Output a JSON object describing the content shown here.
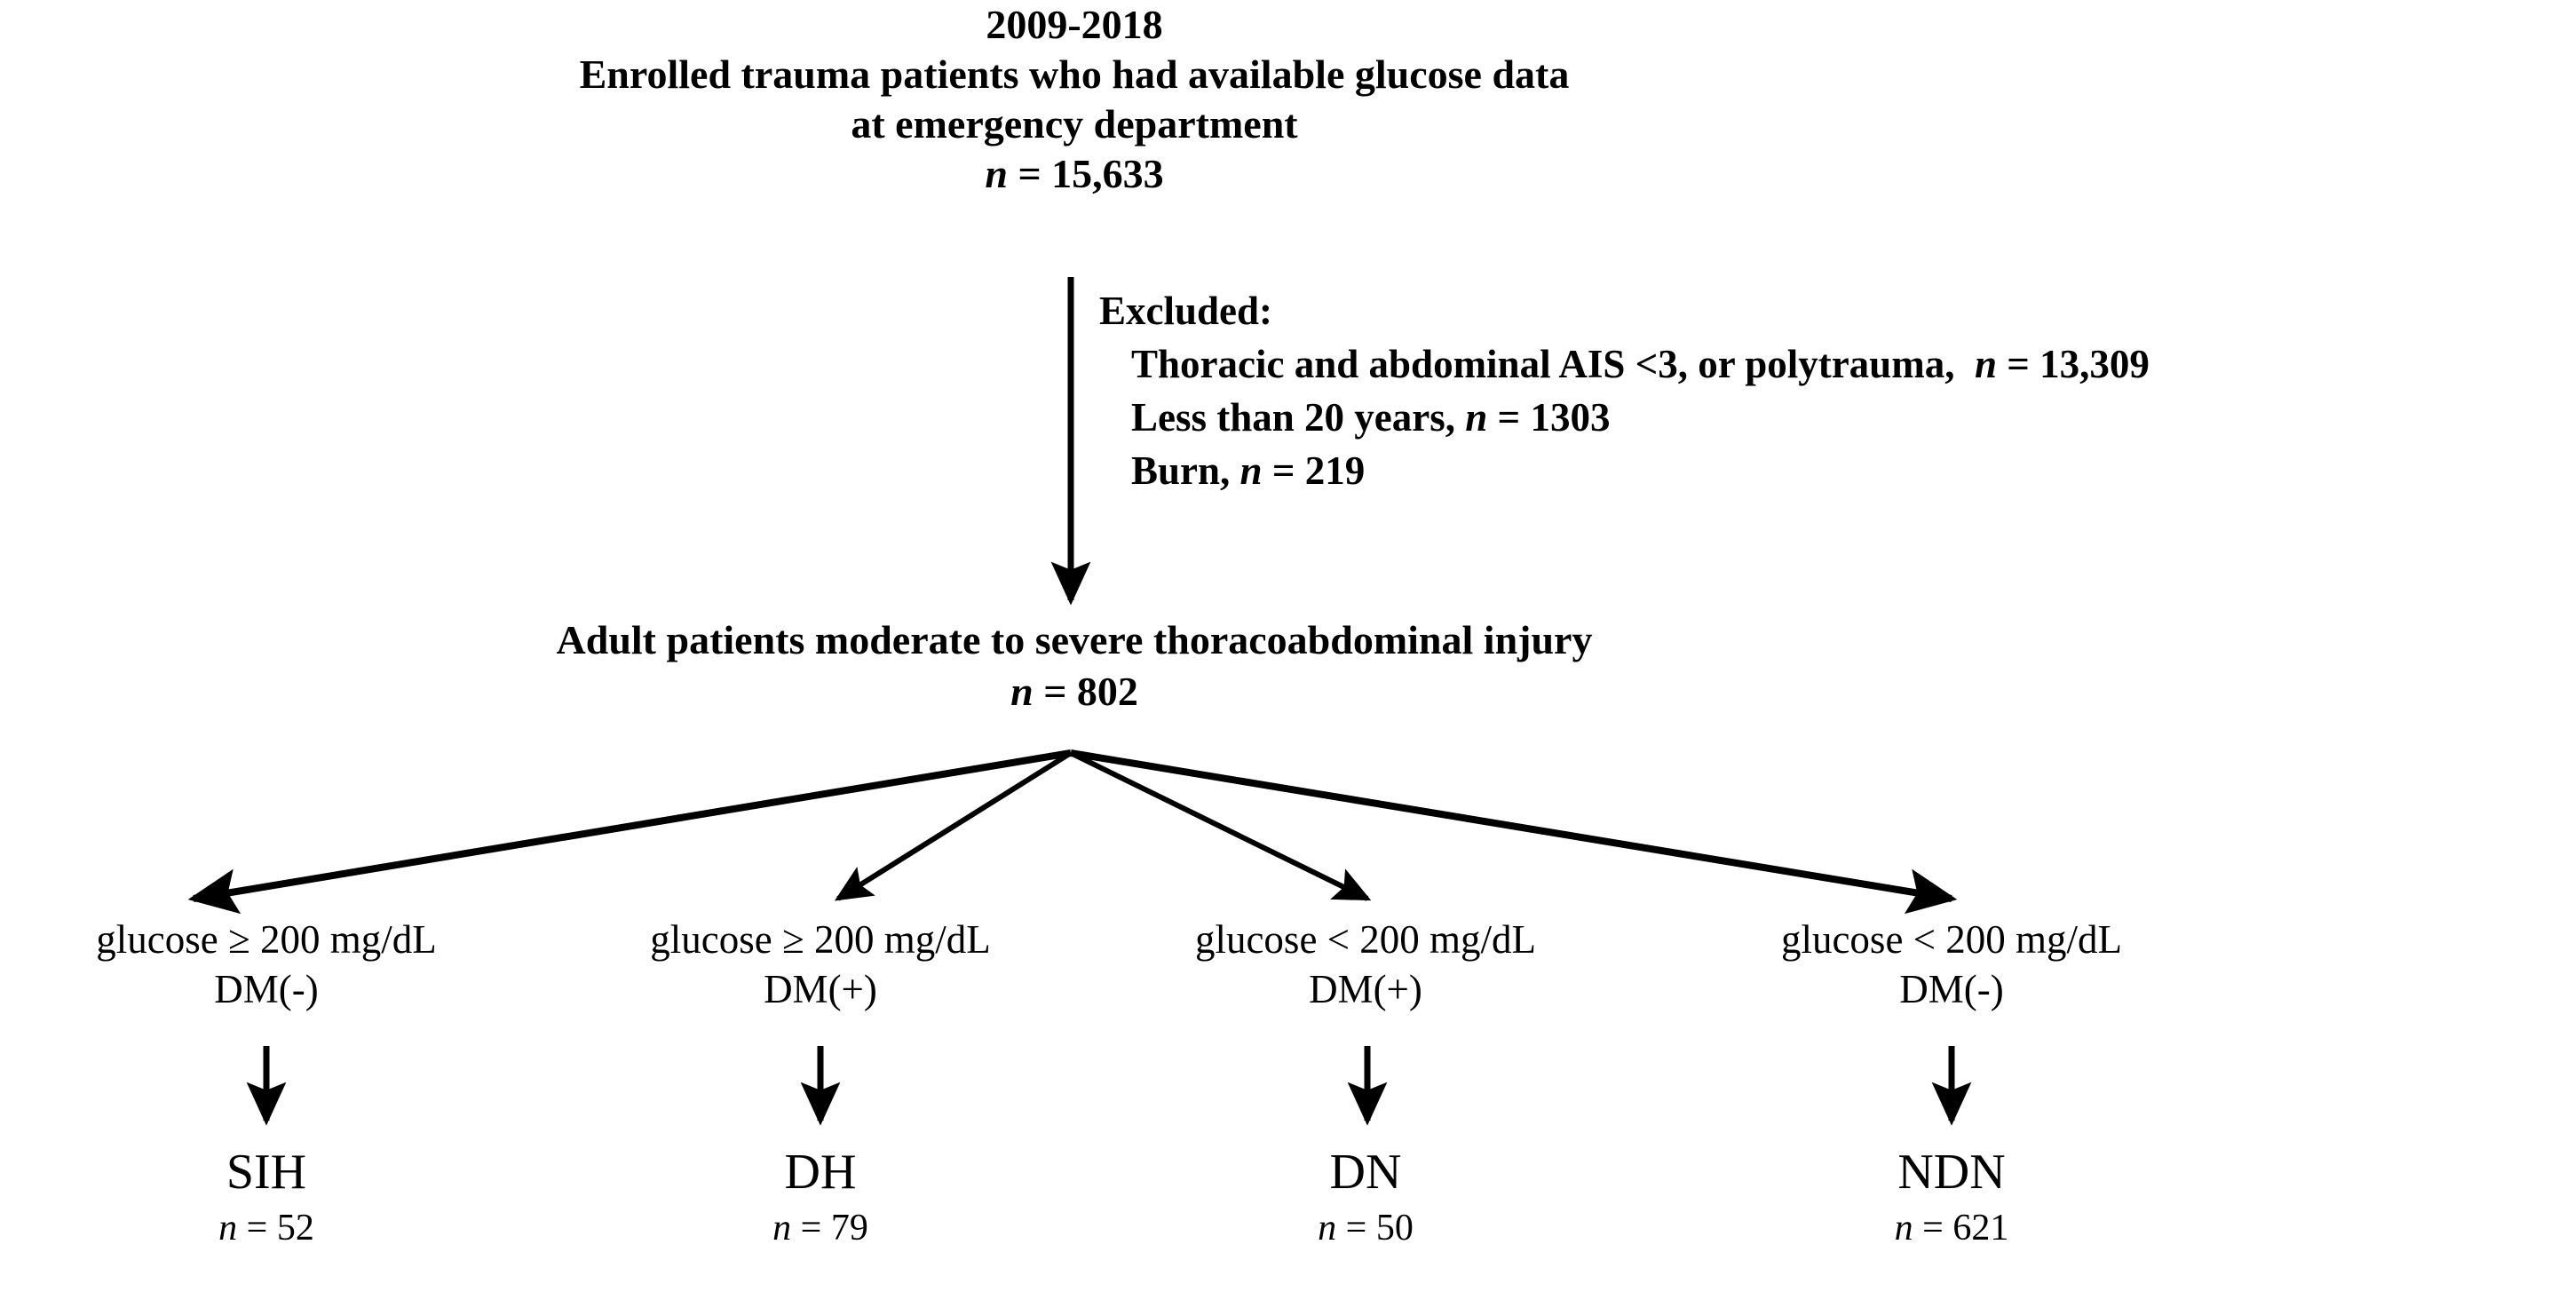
{
  "diagram": {
    "title": "Study enrollment flow diagram",
    "type": "flowchart",
    "stroke_color": "#000000",
    "text_color": "#000000",
    "background_color": "#ffffff"
  },
  "top": {
    "period": "2009-2018",
    "line2": "Enrolled trauma patients who had available glucose data",
    "line3": "at emergency department",
    "count_prefix": "n",
    "count_eq": " = ",
    "count_value": "15,633"
  },
  "excluded": {
    "heading": "Excluded:",
    "items": [
      {
        "text": "Thoracic and abdominal AIS <3, or polytrauma,",
        "n_label": "n",
        "eq": " = ",
        "value": "13,309"
      },
      {
        "text": "Less than 20 years,",
        "n_label": "n",
        "eq": " = ",
        "value": "1303"
      },
      {
        "text": "Burn,",
        "n_label": "n",
        "eq": " = ",
        "value": "219"
      }
    ]
  },
  "cohort": {
    "line1": "Adult patients moderate to severe thoracoabdominal injury",
    "count_prefix": "n",
    "count_eq": " = ",
    "count_value": "802"
  },
  "groups": [
    {
      "id": "sih",
      "criteria": "glucose ≥ 200 mg/dL",
      "dm_status": "DM(-)",
      "outcome_code": "SIH",
      "n_label": "n",
      "eq": " = ",
      "n_value": "52"
    },
    {
      "id": "dh",
      "criteria": "glucose ≥ 200 mg/dL",
      "dm_status": "DM(+)",
      "outcome_code": "DH",
      "n_label": "n",
      "eq": " = ",
      "n_value": "79"
    },
    {
      "id": "dn",
      "criteria": "glucose < 200 mg/dL",
      "dm_status": "DM(+)",
      "outcome_code": "DN",
      "n_label": "n",
      "eq": " = ",
      "n_value": "50"
    },
    {
      "id": "ndn",
      "criteria": "glucose < 200 mg/dL",
      "dm_status": "DM(-)",
      "outcome_code": "NDN",
      "n_label": "n",
      "eq": " = ",
      "n_value": "621"
    }
  ]
}
